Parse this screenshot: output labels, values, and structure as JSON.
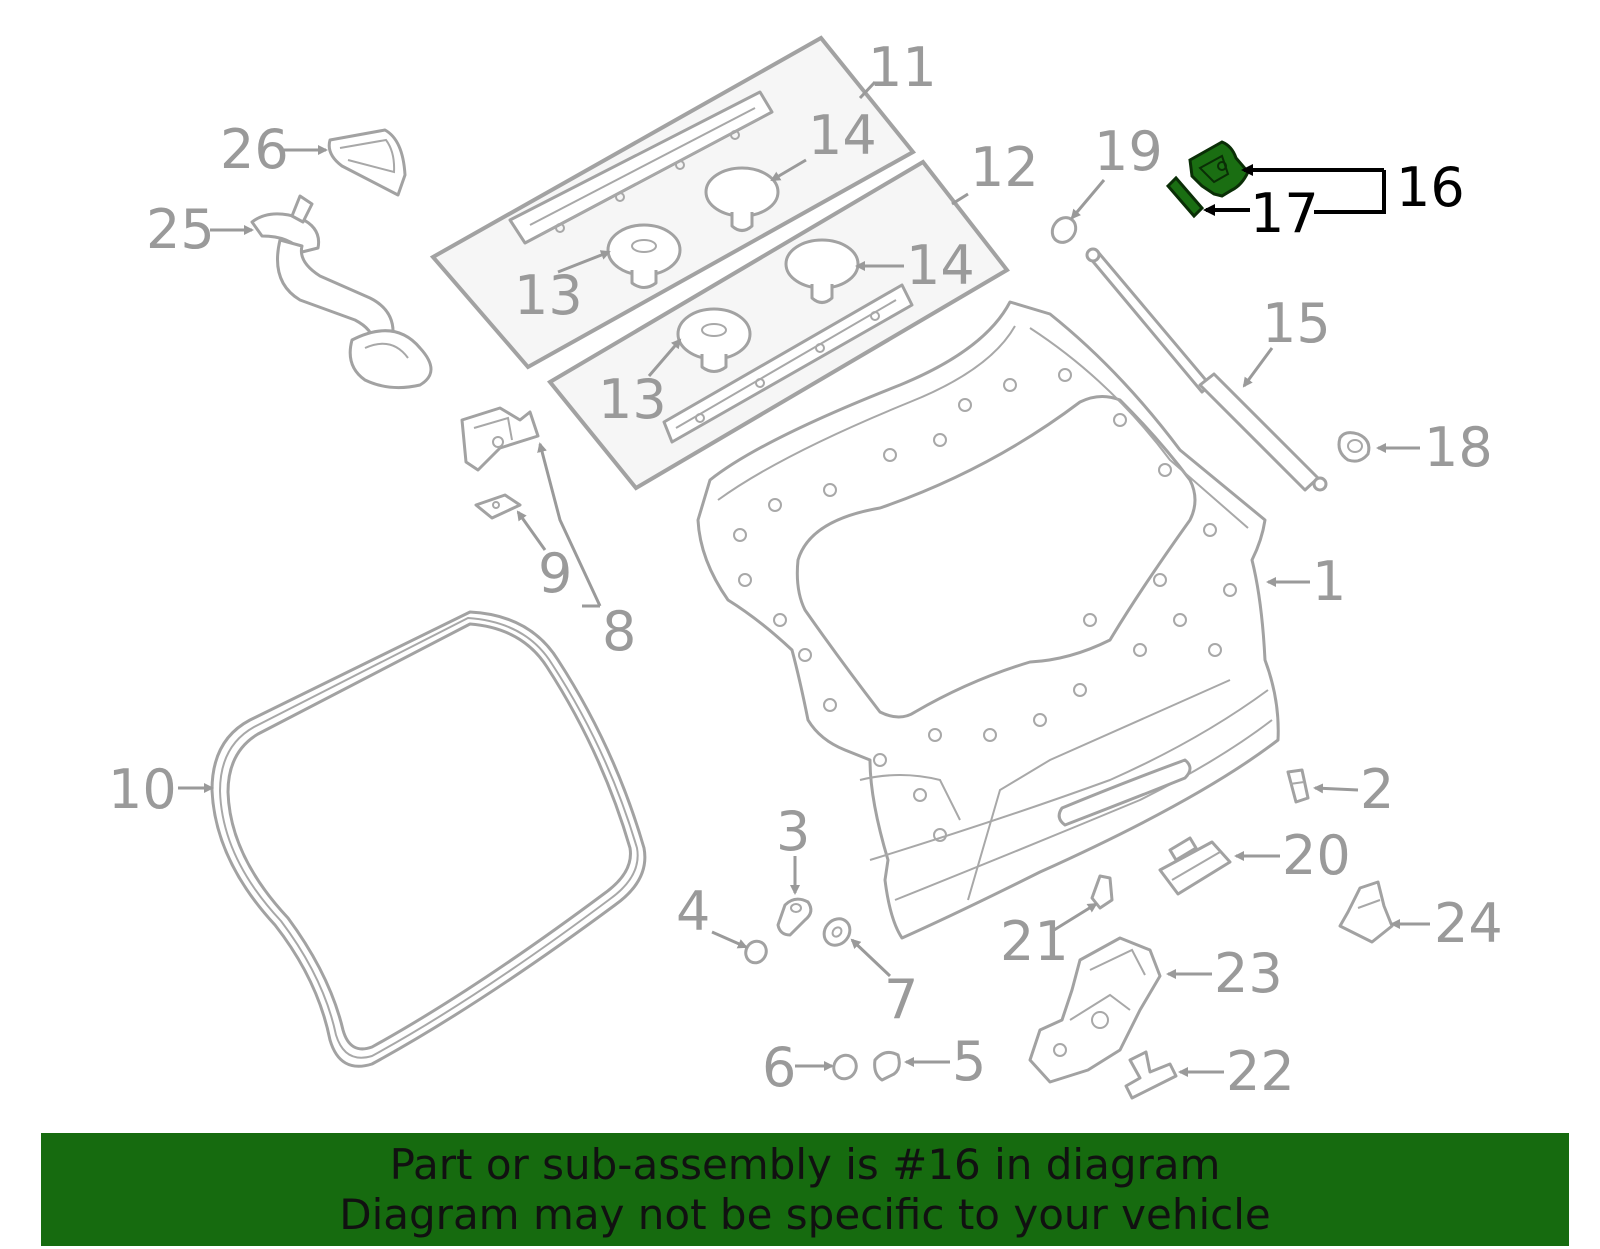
{
  "colors": {
    "banner_background": "#166b0f",
    "highlight_part": "#1a6e12",
    "line_gray": "#a2a2a2",
    "label_gray": "#9a9a9a",
    "highlight_label": "#000000"
  },
  "callouts": [
    {
      "id": "c1",
      "text": "1"
    },
    {
      "id": "c2",
      "text": "2"
    },
    {
      "id": "c3",
      "text": "3"
    },
    {
      "id": "c4",
      "text": "4"
    },
    {
      "id": "c5",
      "text": "5"
    },
    {
      "id": "c6",
      "text": "6"
    },
    {
      "id": "c7",
      "text": "7"
    },
    {
      "id": "c8",
      "text": "8"
    },
    {
      "id": "c9",
      "text": "9"
    },
    {
      "id": "c10",
      "text": "10"
    },
    {
      "id": "c11",
      "text": "11"
    },
    {
      "id": "c12",
      "text": "12"
    },
    {
      "id": "c13a",
      "text": "13"
    },
    {
      "id": "c13b",
      "text": "13"
    },
    {
      "id": "c14a",
      "text": "14"
    },
    {
      "id": "c14b",
      "text": "14"
    },
    {
      "id": "c15",
      "text": "15"
    },
    {
      "id": "c16",
      "text": "16"
    },
    {
      "id": "c17",
      "text": "17"
    },
    {
      "id": "c18",
      "text": "18"
    },
    {
      "id": "c19",
      "text": "19"
    },
    {
      "id": "c20",
      "text": "20"
    },
    {
      "id": "c21",
      "text": "21"
    },
    {
      "id": "c22",
      "text": "22"
    },
    {
      "id": "c23",
      "text": "23"
    },
    {
      "id": "c24",
      "text": "24"
    },
    {
      "id": "c25",
      "text": "25"
    },
    {
      "id": "c26",
      "text": "26"
    }
  ],
  "highlighted_part": "16",
  "banner": {
    "line1": "Part or sub-assembly is #16 in diagram",
    "line2": "Diagram may not be specific to your vehicle"
  }
}
